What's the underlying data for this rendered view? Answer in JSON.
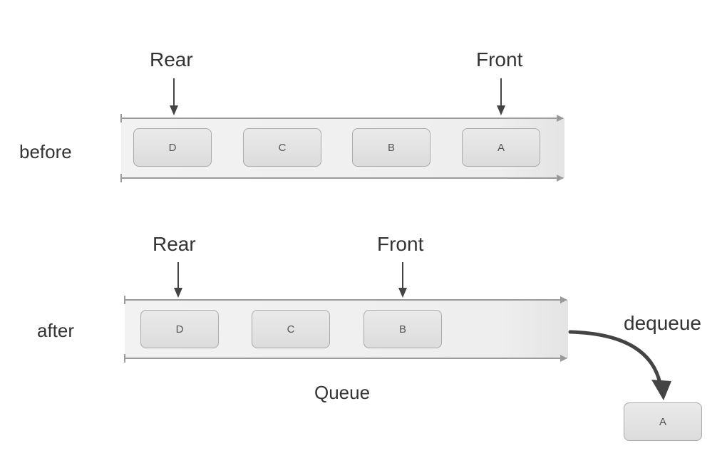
{
  "before": {
    "row_label": "before",
    "rear_label": "Rear",
    "front_label": "Front",
    "items": [
      "D",
      "C",
      "B",
      "A"
    ]
  },
  "after": {
    "row_label": "after",
    "rear_label": "Rear",
    "front_label": "Front",
    "items": [
      "D",
      "C",
      "B"
    ]
  },
  "queue_caption": "Queue",
  "dequeue": {
    "label": "dequeue",
    "item": "A"
  },
  "colors": {
    "arrow": "#444444",
    "tube_line": "#9a9a9a",
    "box_border": "#a9a9a9",
    "box_fill": "#e2e2e2",
    "tube_fill": "#f0f0f0"
  }
}
